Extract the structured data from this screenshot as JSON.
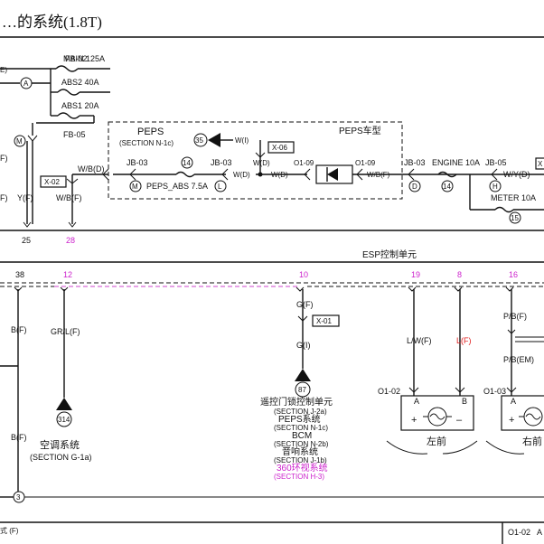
{
  "title": "…的系统(1.8T)",
  "fuses": {
    "fb02": "FB-02",
    "main125": "MAIN 125A",
    "abs2": "ABS2 40A",
    "abs1": "ABS1 20A",
    "fb05": "FB-05",
    "node_a": "A",
    "node_m": "M"
  },
  "left_labels": {
    "e": "E)",
    "f_top": "F)",
    "f_mid": "F)",
    "y_f": "Y(F)",
    "x02": "X-02",
    "wb_f": "W/B(F)",
    "wb_d": "W/B(D)"
  },
  "peps": {
    "title": "PEPS",
    "section": "(SECTION N-1c)",
    "car_label": "PEPS车型",
    "node35": "35",
    "wi": "W(I)",
    "x06": "X-06",
    "jb03a": "JB-03",
    "n14a": "14",
    "jb03b": "JB-03",
    "w_d1": "W(D)",
    "w_d_top": "W(D)",
    "o109a": "O1-09",
    "o109b": "O1-09",
    "w_d2": "W(D)",
    "wb_f": "W/B(F)",
    "node_m": "M",
    "fuse_label": "PEPS_ABS 7.5A",
    "node_l": "L"
  },
  "engine_area": {
    "jb03": "JB-03",
    "engine_fuse": "ENGINE 10A",
    "jb05": "JB-05",
    "wy_d": "W/Y(D)",
    "x_trunc": "X",
    "node_d": "D",
    "n14": "14",
    "node_h": "H",
    "meter": "METER 10A",
    "n15": "15"
  },
  "bus_numbers": {
    "n25": "25",
    "n28": "28",
    "n38": "38",
    "n12": "12",
    "n10": "10",
    "n19": "19",
    "n8": "8",
    "n16": "16"
  },
  "esp_label": "ESP控制单元",
  "wires": {
    "b_f1": "B(F)",
    "b_f2": "B(F)",
    "gr_l": "GR/L(F)",
    "g_f": "G(F)",
    "x01": "X-01",
    "g_i": "G(I)",
    "lw_f": "L/W(F)",
    "l_f": "L(F)",
    "pb_f": "P/B(F)",
    "pb_em": "P/B(EM)"
  },
  "connectors": {
    "n314": "314",
    "n87": "87",
    "n3": "3",
    "o102": "O1-02",
    "o103": "O1-03",
    "pin_a1": "A",
    "pin_b1": "B",
    "pin_a2": "A"
  },
  "modules": {
    "ac": "空调系统",
    "ac_section": "(SECTION G-1a)",
    "rke": "遥控门锁控制单元",
    "rke_section": "(SECTION J-2a)",
    "peps_sys": "PEPS系统",
    "peps_section": "(SECTION N-1c)",
    "bcm": "BCM",
    "bcm_section": "(SECTION N-2b)",
    "audio": "音响系统",
    "audio_section": "(SECTION J-1b)",
    "cam360": "360环视系统",
    "cam360_section": "(SECTION H-3)"
  },
  "sensors": {
    "front_left": "左前",
    "front_right": "右前",
    "plus": "+",
    "minus": "–"
  },
  "footer": {
    "left_note": "式 (F)",
    "page_code": "O1-02",
    "page_trunc": "A"
  }
}
